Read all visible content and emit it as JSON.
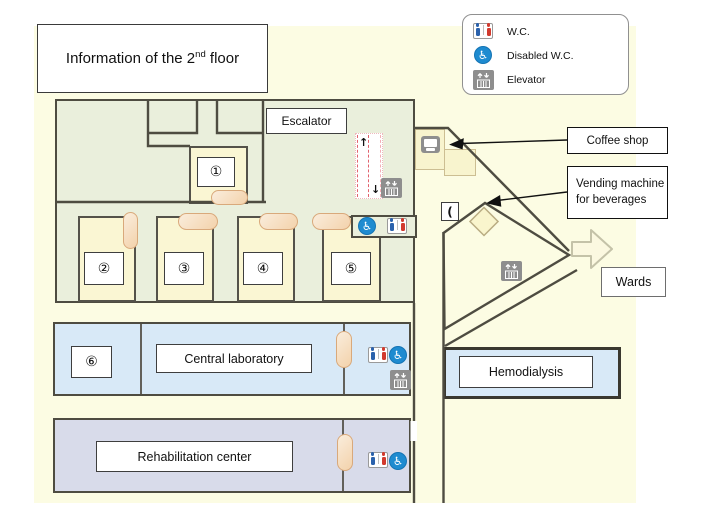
{
  "title": {
    "prefix": "Information of the 2",
    "superscript": "nd",
    "suffix": " floor"
  },
  "legend": {
    "items": [
      {
        "icon": "wc-icon",
        "label": "W.C."
      },
      {
        "icon": "disabled-wc-icon",
        "label": "Disabled W.C."
      },
      {
        "icon": "elevator-icon",
        "label": "Elevator"
      }
    ]
  },
  "floor": {
    "escalator_label": "Escalator",
    "rooms": {
      "r1": "①",
      "r2": "②",
      "r3": "③",
      "r4": "④",
      "r5": "⑤",
      "r6": "⑥"
    },
    "areas": {
      "central_laboratory": "Central laboratory",
      "rehabilitation_center": "Rehabilitation center",
      "hemodialysis": "Hemodialysis"
    }
  },
  "callouts": {
    "coffee_shop": "Coffee shop",
    "vending_machine_line1": "Vending machine",
    "vending_machine_line2": "for beverages",
    "wards": "Wards"
  },
  "icons": {
    "wheelchair_glyph": "♿",
    "phone_glyph": "(",
    "up_arrow": "↑",
    "down_arrow": "↓"
  },
  "colors": {
    "background": "#FCFCE3",
    "floor_green": "#EAEFDC",
    "room_yellow": "#FAF6D3",
    "strip_blue": "#D8E9F7",
    "strip_lavender": "#D8DBEA",
    "wall": "#4E4C41",
    "door_pill": "#F3D2AB",
    "disabled_blue": "#1E8BD0",
    "wc_male": "#2B62AC",
    "wc_female": "#D23A2E",
    "elevator_gray": "#8E8E8E",
    "escalator_red": "#E2636E"
  }
}
